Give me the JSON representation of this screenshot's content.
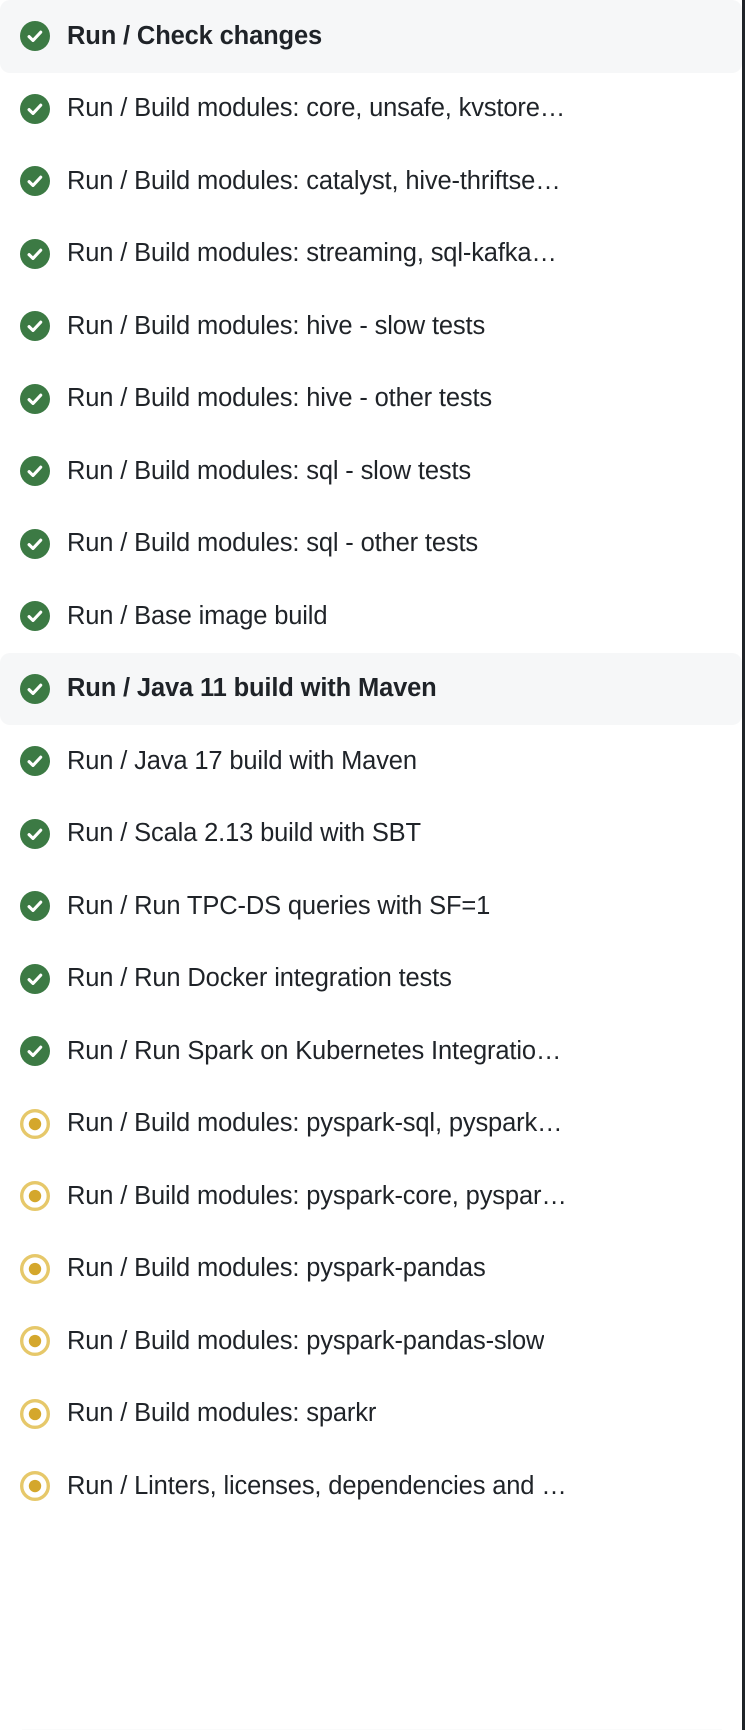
{
  "panel": {
    "name": "workflow-jobs-list",
    "colors": {
      "success": "#3c7a44",
      "in_progress": "#d4a72c",
      "in_progress_ring": "#e6c86a",
      "text": "#1f2328",
      "row_highlight_background": "#f6f7f8",
      "panel_background": "#ffffff",
      "right_border": "#1f2328"
    },
    "status_labels": {
      "success": "success",
      "in_progress": "in progress"
    }
  },
  "jobs": [
    {
      "label": "Run / Check changes",
      "status": "success",
      "icon": "check-circle-icon",
      "highlighted": true
    },
    {
      "label": "Run / Build modules: core, unsafe, kvstore…",
      "status": "success",
      "icon": "check-circle-icon",
      "highlighted": false
    },
    {
      "label": "Run / Build modules: catalyst, hive-thriftse…",
      "status": "success",
      "icon": "check-circle-icon",
      "highlighted": false
    },
    {
      "label": "Run / Build modules: streaming, sql-kafka…",
      "status": "success",
      "icon": "check-circle-icon",
      "highlighted": false
    },
    {
      "label": "Run / Build modules: hive - slow tests",
      "status": "success",
      "icon": "check-circle-icon",
      "highlighted": false
    },
    {
      "label": "Run / Build modules: hive - other tests",
      "status": "success",
      "icon": "check-circle-icon",
      "highlighted": false
    },
    {
      "label": "Run / Build modules: sql - slow tests",
      "status": "success",
      "icon": "check-circle-icon",
      "highlighted": false
    },
    {
      "label": "Run / Build modules: sql - other tests",
      "status": "success",
      "icon": "check-circle-icon",
      "highlighted": false
    },
    {
      "label": "Run / Base image build",
      "status": "success",
      "icon": "check-circle-icon",
      "highlighted": false
    },
    {
      "label": "Run / Java 11 build with Maven",
      "status": "success",
      "icon": "check-circle-icon",
      "highlighted": true
    },
    {
      "label": "Run / Java 17 build with Maven",
      "status": "success",
      "icon": "check-circle-icon",
      "highlighted": false
    },
    {
      "label": "Run / Scala 2.13 build with SBT",
      "status": "success",
      "icon": "check-circle-icon",
      "highlighted": false
    },
    {
      "label": "Run / Run TPC-DS queries with SF=1",
      "status": "success",
      "icon": "check-circle-icon",
      "highlighted": false
    },
    {
      "label": "Run / Run Docker integration tests",
      "status": "success",
      "icon": "check-circle-icon",
      "highlighted": false
    },
    {
      "label": "Run / Run Spark on Kubernetes Integratio…",
      "status": "success",
      "icon": "check-circle-icon",
      "highlighted": false
    },
    {
      "label": "Run / Build modules: pyspark-sql, pyspark…",
      "status": "in_progress",
      "icon": "in-progress-dot-icon",
      "highlighted": false
    },
    {
      "label": "Run / Build modules: pyspark-core, pyspar…",
      "status": "in_progress",
      "icon": "in-progress-dot-icon",
      "highlighted": false
    },
    {
      "label": "Run / Build modules: pyspark-pandas",
      "status": "in_progress",
      "icon": "in-progress-dot-icon",
      "highlighted": false
    },
    {
      "label": "Run / Build modules: pyspark-pandas-slow",
      "status": "in_progress",
      "icon": "in-progress-dot-icon",
      "highlighted": false
    },
    {
      "label": "Run / Build modules: sparkr",
      "status": "in_progress",
      "icon": "in-progress-dot-icon",
      "highlighted": false
    },
    {
      "label": "Run / Linters, licenses, dependencies and …",
      "status": "in_progress",
      "icon": "in-progress-dot-icon",
      "highlighted": false
    }
  ]
}
